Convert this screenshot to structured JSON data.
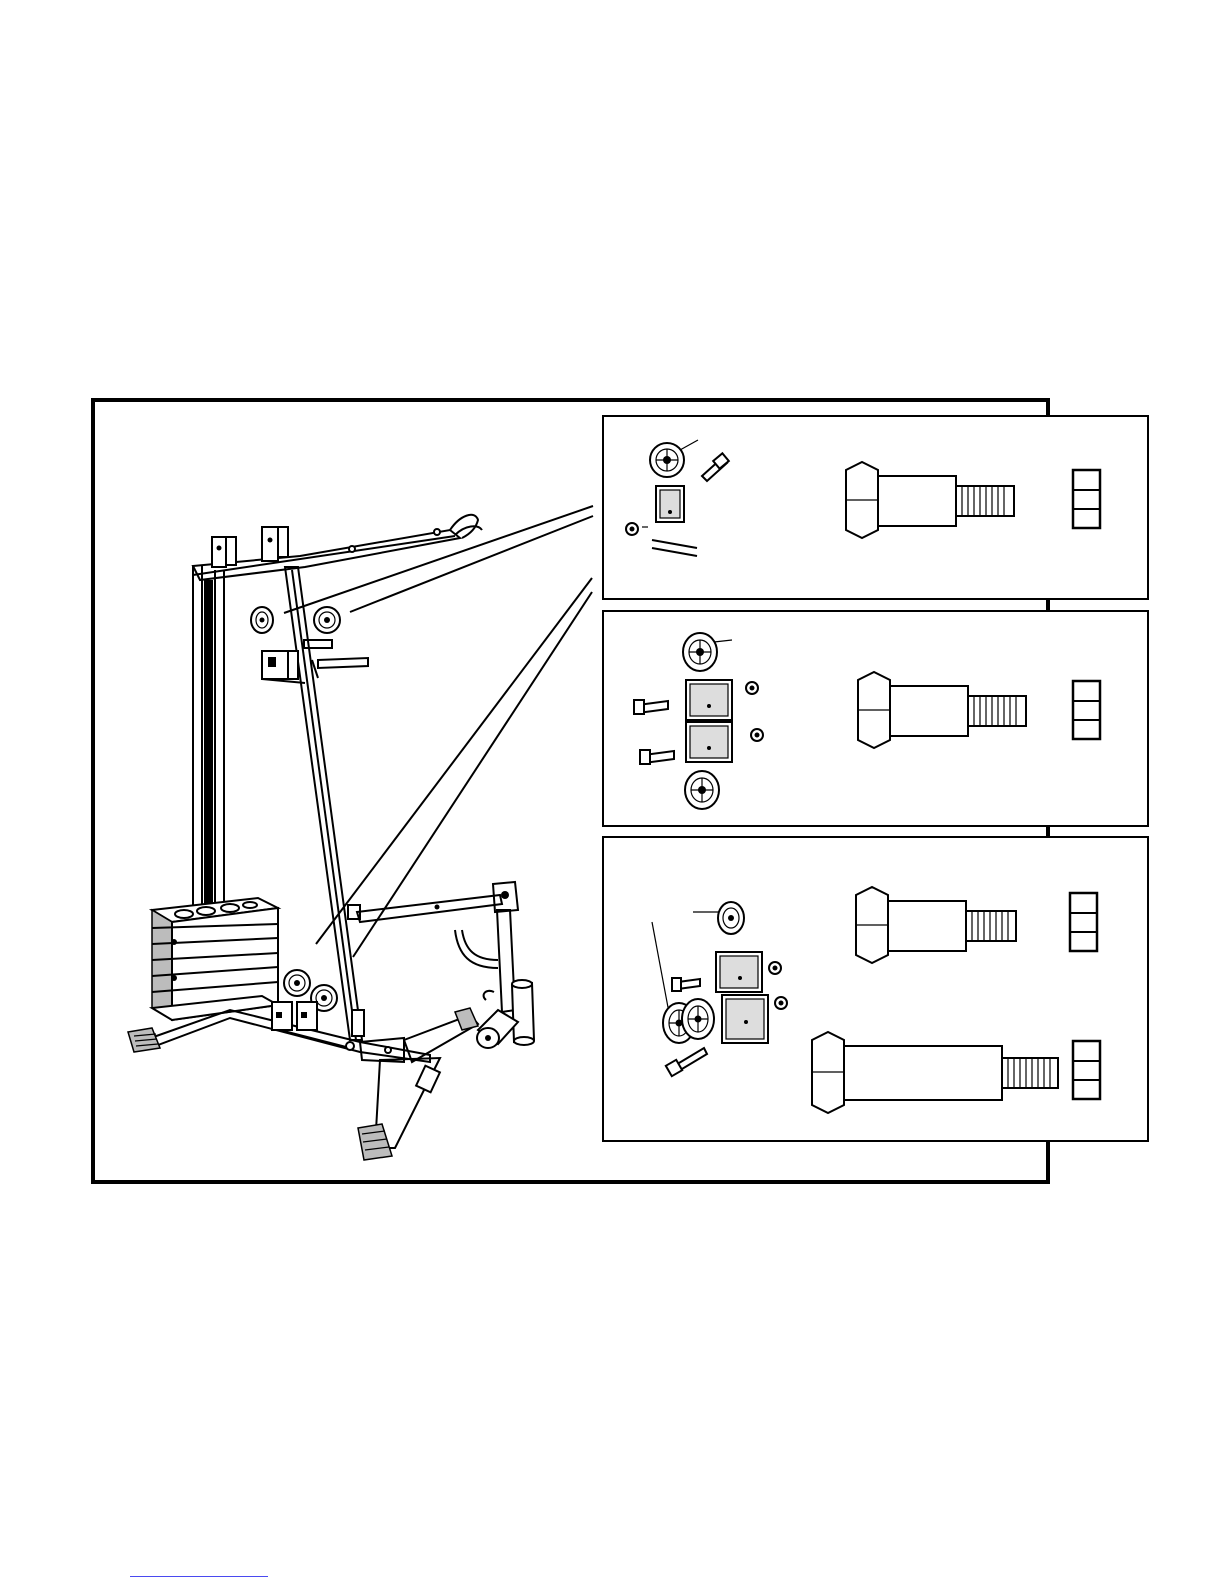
{
  "figure": {
    "accent_color": "#000000",
    "link_rule_color": "#4a4af0",
    "main_illustration": "weight-machine-frame",
    "callouts": [
      {
        "id": "callout-top",
        "exploded_view": "single-pulley-bracket",
        "fasteners": [
          {
            "kind": "shoulder-bolt",
            "length": "medium"
          },
          {
            "kind": "nut-box"
          }
        ]
      },
      {
        "id": "callout-middle",
        "exploded_view": "double-pulley-bracket",
        "fasteners": [
          {
            "kind": "shoulder-bolt",
            "length": "medium"
          },
          {
            "kind": "nut-box"
          }
        ]
      },
      {
        "id": "callout-bottom",
        "exploded_view": "floating-pulley-assembly",
        "fasteners": [
          {
            "kind": "shoulder-bolt",
            "length": "medium"
          },
          {
            "kind": "nut-box"
          },
          {
            "kind": "shoulder-bolt",
            "length": "long"
          },
          {
            "kind": "nut-box"
          }
        ]
      }
    ]
  }
}
